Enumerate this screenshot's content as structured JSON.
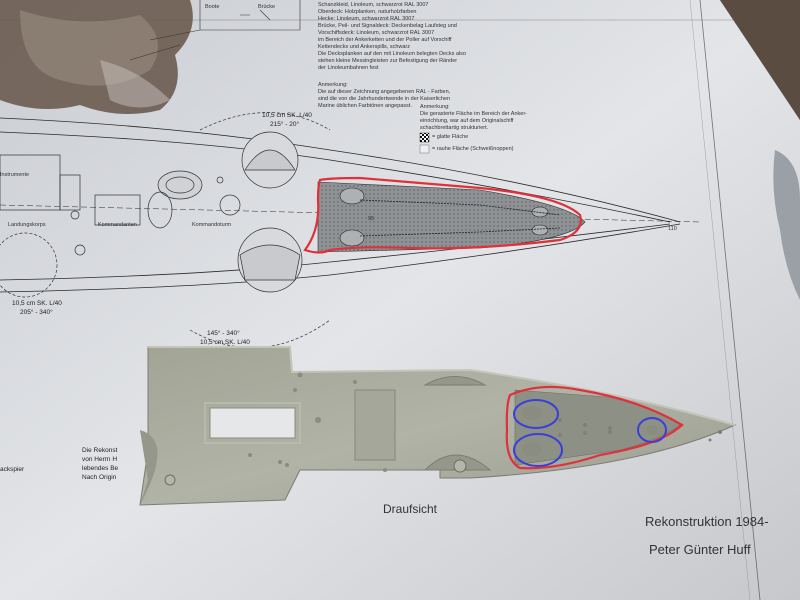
{
  "drawing": {
    "notes_lines": [
      "Schanzkleid, Linoleum, schwarzrot RAL 3007",
      "Oberdeck: Holzplanken, naturholzfarben",
      "Hecke: Linoleum, schwarzrot RAL 3007",
      "Brücke, Peil- und Signaldeck: Deckenbelag Laufsteg und",
      "Vorschiffsdeck: Linoleum, schwarzrot RAL 3007",
      "im Bereich der Ankerketten und der Poller auf Vorschiff",
      "Kettendecks und Ankerspills, schwarz",
      "Die Decksplanken auf den mit Linoleum belegten Decks also",
      "stehen kleine Messingleisten zur Befestigung der Ränder",
      "der Linoleumbahnen fest"
    ],
    "anmerkung_title": "Anmerkung:",
    "anmerkung_lines": [
      "Die auf dieser Zeichnung angegebenen RAL - Farben,",
      "sind die von die Jahrhundertwende in der Kaiserlichen",
      "Marine üblichen Farbtönen angepasst."
    ],
    "anmerkung2_title": "Anmerkung:",
    "anmerkung2_lines": [
      "Die gerasterte Fläche im Bereich der Anker-",
      "einrichtung, war auf dem Originalschiff",
      "schachbrettartig strukturiert."
    ],
    "legend_smooth": "= glatte Fläche",
    "legend_rough": "= rauhe Fläche (Schweißnoppen)",
    "gun_fwd_label_1": "10,5 cm SK. L/40",
    "gun_fwd_label_2": "215° - 20°",
    "gun_top_left_1": "10,5 cm SK. L/40",
    "gun_top_left_2": "205° - 340°",
    "gun_lower_label_1": "145° - 340°",
    "gun_lower_label_2": "10,5 cm SK. L/40",
    "label_instrumente": "Instrumente",
    "label_landungskorps": "Landungskorps",
    "label_kommandanten": "Kommandanten",
    "label_kommandoturm": "Kommandoturm",
    "label_boats": "Boote",
    "label_bruecke": "Brücke",
    "frame_95": "95",
    "frame_110": "110",
    "left_note_lines": [
      "Die Rekonst",
      "von Herrn H",
      "lebendes Be",
      "Nach Origin"
    ],
    "label_ackspier": "ackspier",
    "view_title": "Draufsicht",
    "reconstruction": "Rekonstruktion  1984-",
    "author": "Peter Günter Huff"
  },
  "colors": {
    "paper": "#dfe1e5",
    "plastic": "#a9ab9e",
    "red_outline": "#e0303a",
    "blue_outline": "#3b3fd8"
  }
}
